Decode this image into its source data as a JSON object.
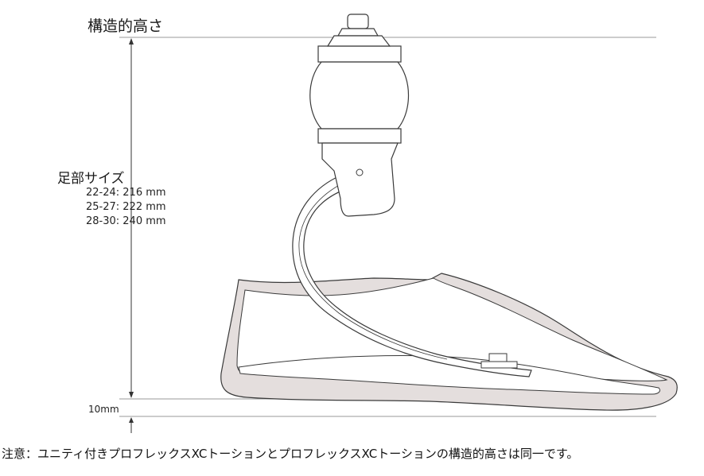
{
  "labels": {
    "structural_height": "構造的高さ",
    "foot_size": "足部サイズ",
    "sizes": [
      "22-24: 216 mm",
      "25-27: 222 mm",
      "28-30: 240 mm"
    ],
    "gap": "10mm",
    "note": "注意：ユニティ付きプロフレックスXCトーションとプロフレックスXCトーションの構造的高さは同一です。"
  },
  "colors": {
    "outline": "#3a3a3a",
    "shoe_fill": "#e4dedd",
    "line": "#888888"
  }
}
